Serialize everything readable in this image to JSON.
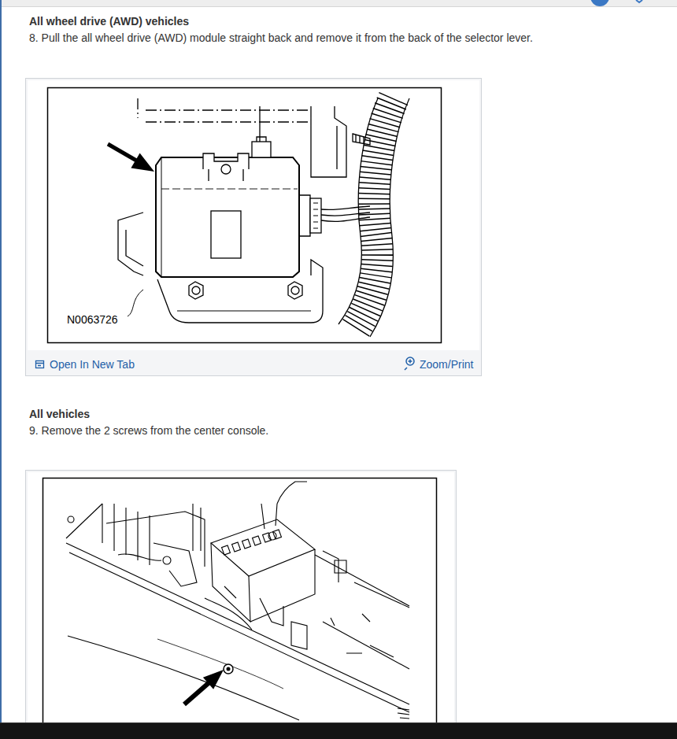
{
  "diagram": {
    "labels": [
      "All wheel drive (AWD) vehicles",
      "8. Pull the all wheel drive (AWD) module straight back and remove it from the back of the selector lever.",
      "N0063726",
      "Open In New Tab",
      "Zoom/Print",
      "All vehicles",
      "9. Remove the 2 screws from the center console."
    ]
  }
}
